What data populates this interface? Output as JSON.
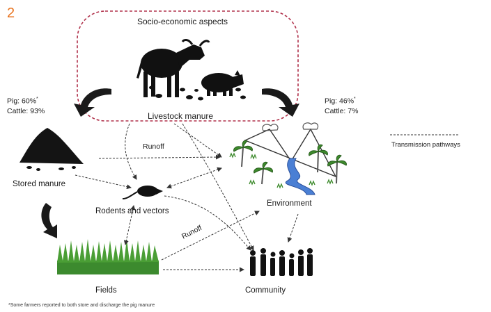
{
  "figure_number": "2",
  "box_title": "Socio-economic aspects",
  "labels": {
    "livestock": "Livestock manure",
    "stored": "Stored manure",
    "rodents": "Rodents and vectors",
    "environment": "Environment",
    "fields": "Fields",
    "community": "Community",
    "runoff_top": "Runoff",
    "runoff_diag": "Runoff"
  },
  "left_pct": {
    "pig": "Pig: 60%",
    "pig_mark": "*",
    "cattle": "Cattle: 93%"
  },
  "right_pct": {
    "pig": "Pig: 46%",
    "pig_mark": "*",
    "cattle": "Cattle: 7%"
  },
  "legend": {
    "label": "Transmission pathways"
  },
  "footnote": "*Some farmers reported to both store and discharge the pig manure",
  "colors": {
    "figure_number": "#e8731f",
    "box_border": "#b0304a",
    "river": "#4a7fd4",
    "grass": "#3c8a2e",
    "silhouette": "#111111"
  }
}
